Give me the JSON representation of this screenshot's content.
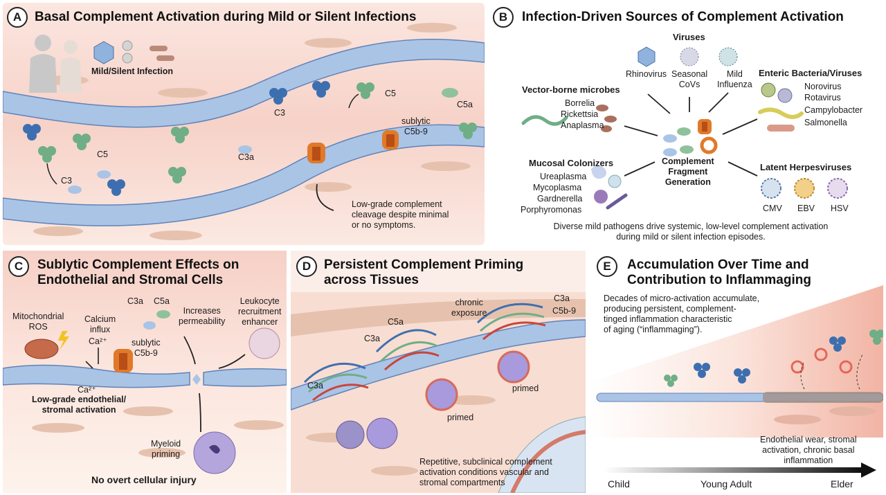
{
  "panel_a": {
    "letter": "A",
    "title": "Basal Complement Activation during Mild or Silent Infections",
    "infection_label": "Mild/Silent Infection",
    "labels": {
      "c3_left": "C3",
      "c5_left": "C5",
      "c3_mid": "C3",
      "c3a": "C3a",
      "c5_top": "C5",
      "c5a": "C5a",
      "sublytic": "sublytic\nC5b-9"
    },
    "callout": "Low-grade complement\ncleavage despite minimal\nor no symptoms."
  },
  "panel_b": {
    "letter": "B",
    "title": "Infection-Driven Sources of Complement Activation",
    "viruses": {
      "heading": "Viruses",
      "items": [
        "Rhinovirus",
        "Seasonal\nCoVs",
        "Mild\nInfluenza"
      ]
    },
    "vector_borne": {
      "heading": "Vector-borne microbes",
      "items": [
        "Borrelia",
        "Rickettsia",
        "Anaplasma"
      ]
    },
    "enteric": {
      "heading": "Enteric Bacteria/Viruses",
      "items": [
        "Norovirus",
        "Rotavirus",
        "Campylobacter",
        "Salmonella"
      ]
    },
    "mucosal": {
      "heading": "Mucosal Colonizers",
      "items": [
        "Ureaplasma",
        "Mycoplasma",
        "Gardnerella",
        "Porphyromonas"
      ]
    },
    "herpes": {
      "heading": "Latent Herpesviruses",
      "items": [
        "CMV",
        "EBV",
        "HSV"
      ]
    },
    "center": "Complement\nFragment\nGeneration",
    "caption": "Diverse mild pathogens drive systemic, low-level complement activation\nduring mild or silent infection episodes."
  },
  "panel_c": {
    "letter": "C",
    "title": "Sublytic Complement Effects on\nEndothelial and Stromal Cells",
    "labels": {
      "mito": "Mitochondrial\nROS",
      "calcium": "Calcium\ninflux",
      "ca_top": "Ca²⁺",
      "ca_bottom": "Ca²⁺",
      "c3a": "C3a",
      "c5a": "C5a",
      "sublytic": "sublytic\nC5b-9",
      "permeability": "Increases\npermeability",
      "leukocyte": "Leukocyte\nrecruitment\nenhancer",
      "lowgrade": "Low-grade endothelial/\nstromal activation",
      "myeloid": "Myeloid\npriming",
      "no_injury": "No overt cellular injury"
    }
  },
  "panel_d": {
    "letter": "D",
    "title": "Persistent Complement Priming\nacross Tissues",
    "labels": {
      "chronic": "chronic\nexposure",
      "c3a_top": "C3a",
      "c5b9": "C5b-9",
      "c5a": "C5a",
      "c3a_mid": "C3a",
      "c3a_left": "C3a",
      "primed_1": "primed",
      "primed_2": "primed"
    },
    "caption": "Repetitive, subclinical complement\nactivation conditions vascular and\nstromal compartments"
  },
  "panel_e": {
    "letter": "E",
    "title": "Accumulation Over Time and\nContribution to Inflammaging",
    "description": "Decades of micro-activation accumulate,\nproducing persistent, complement-\ntinged inflammation characteristic\nof aging (“inflammaging”).",
    "outcome": "Endothelial wear, stromal\nactivation, chronic basal\ninflammation",
    "timeline": [
      "Child",
      "Young Adult",
      "Elder"
    ]
  },
  "colors": {
    "endothelium": "#aac4e6",
    "stroma": "#e6c2ae",
    "complement_green": "#6fae86",
    "complement_blue": "#3d6fb0",
    "c5b9_orange": "#e07a2a",
    "inflammation_red": "#e4665a"
  }
}
